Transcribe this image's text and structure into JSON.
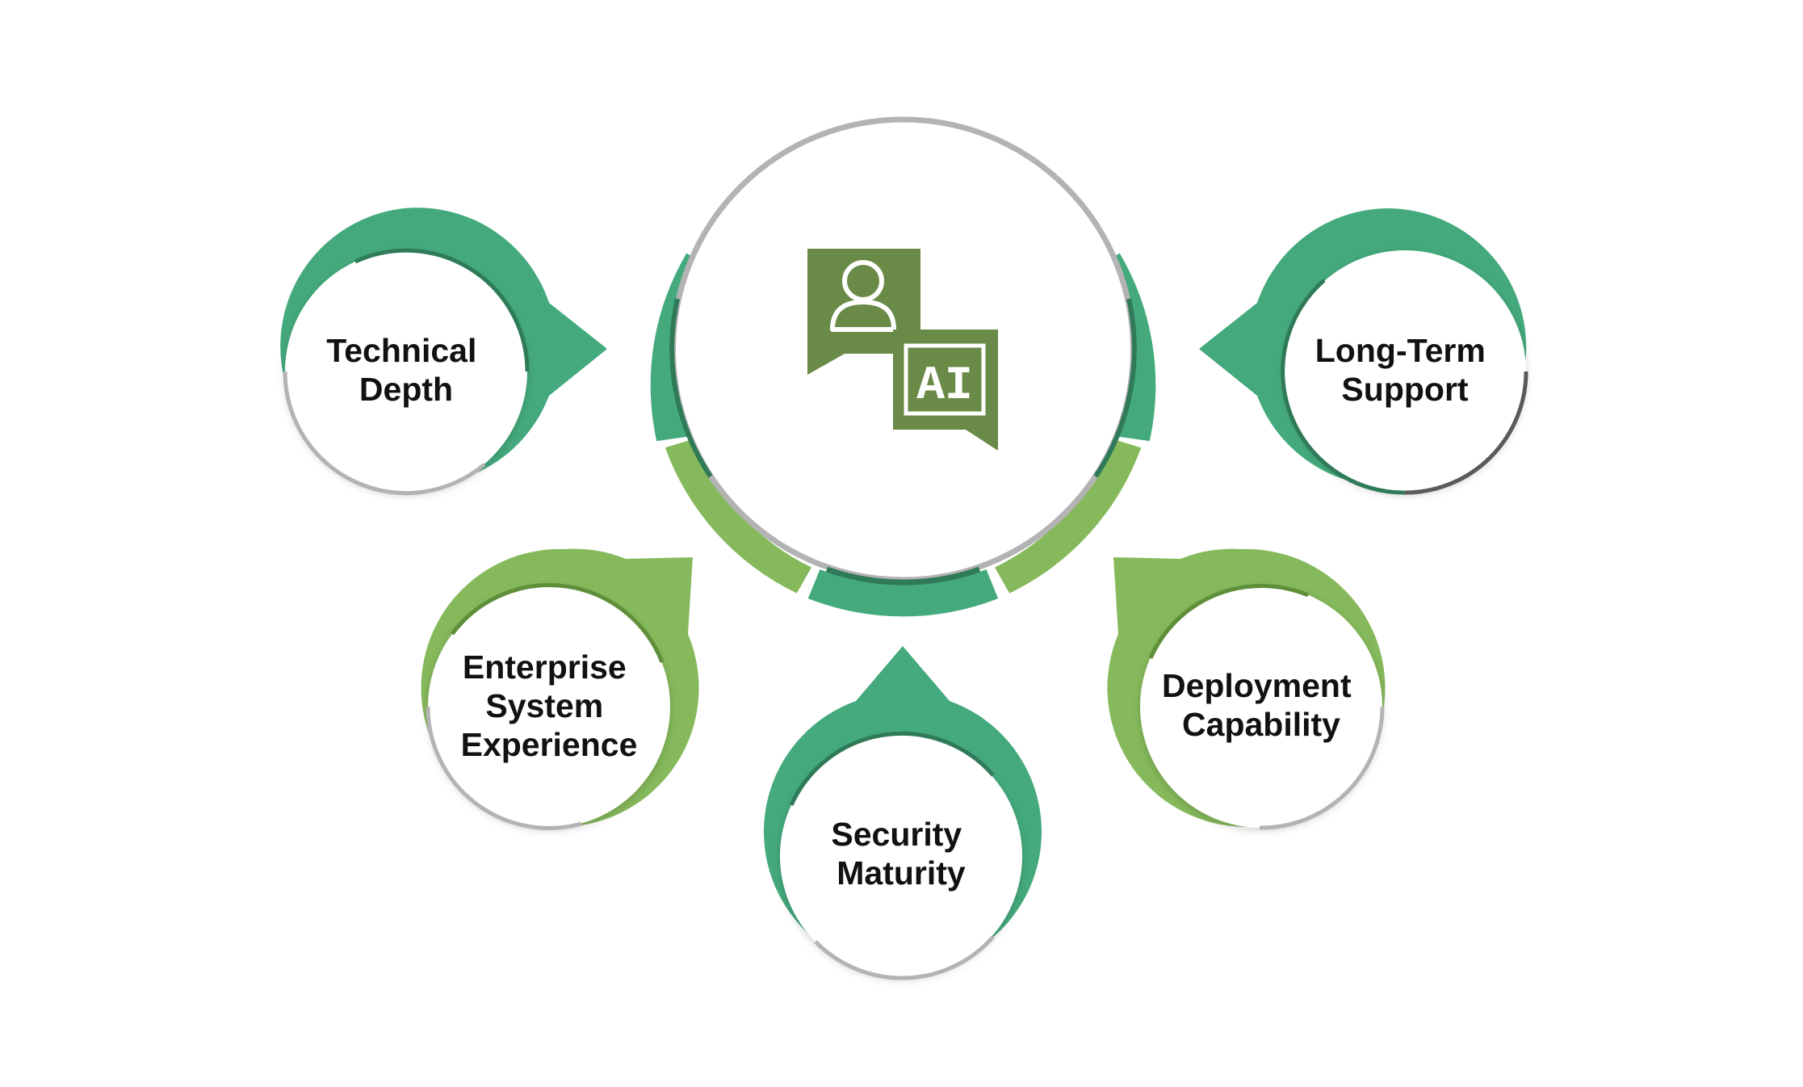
{
  "colors": {
    "teal": "#44aa7d",
    "teal_dark": "#2f7a58",
    "lime": "#86b95b",
    "lime_dark": "#5f8f3a",
    "icon_green": "#6a8a47",
    "ring_gray": "#b3b3b3",
    "shadow_gray": "#5a5a5a",
    "label_text": "#111111"
  },
  "center": {
    "icon": "user-ai-chat-icon",
    "icon_text": "AI"
  },
  "nodes": [
    {
      "id": "technical-depth",
      "lines": [
        "Technical",
        "Depth"
      ],
      "color": "teal"
    },
    {
      "id": "long-term-support",
      "lines": [
        "Long-Term",
        "Support"
      ],
      "color": "teal"
    },
    {
      "id": "enterprise-system-experience",
      "lines": [
        "Enterprise",
        "System",
        "Experience"
      ],
      "color": "lime"
    },
    {
      "id": "deployment-capability",
      "lines": [
        "Deployment",
        "Capability"
      ],
      "color": "lime"
    },
    {
      "id": "security-maturity",
      "lines": [
        "Security",
        "Maturity"
      ],
      "color": "teal"
    }
  ]
}
